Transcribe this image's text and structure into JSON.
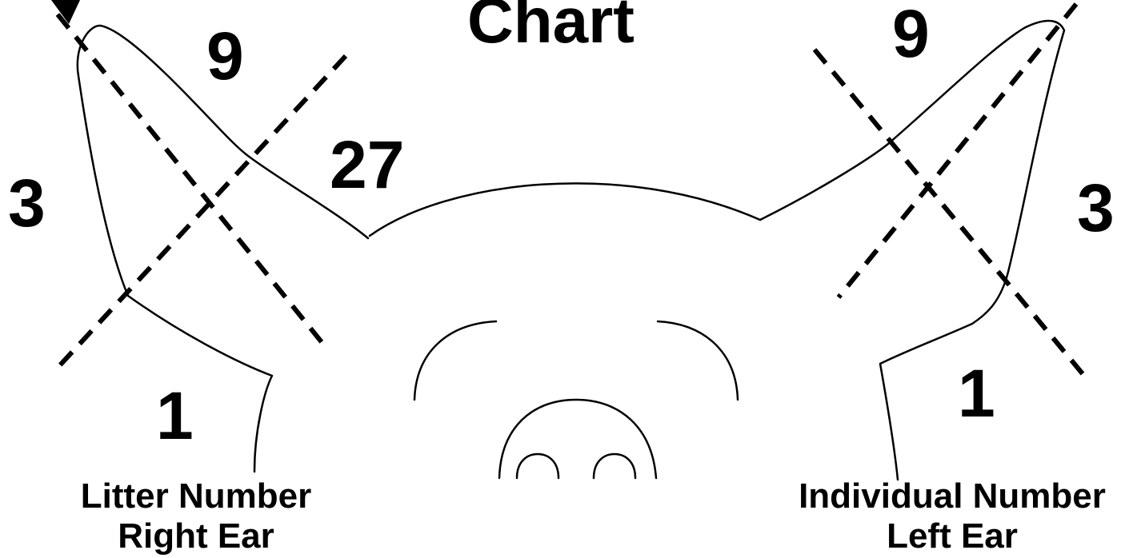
{
  "title": "Chart",
  "right_ear": {
    "value_top": "9",
    "value_side": "3",
    "value_bottom": "1",
    "value_inner": "27",
    "caption_line1": "Litter Number",
    "caption_line2": "Right Ear"
  },
  "left_ear": {
    "value_top": "9",
    "value_side": "3",
    "value_bottom": "1",
    "caption_line1": "Individual Number",
    "caption_line2": "Left Ear"
  }
}
